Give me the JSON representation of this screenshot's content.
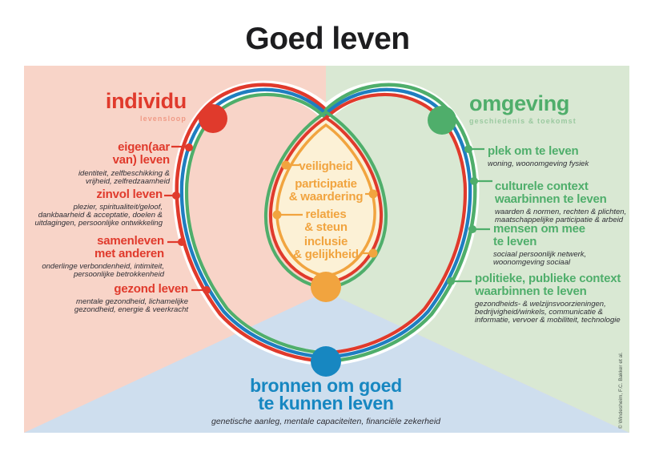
{
  "title": "Goed leven",
  "credit": "© Windesheim, F.C. Bakker et al.",
  "colors": {
    "red": "#e03a2c",
    "red_soft": "#f09a86",
    "green": "#4fae6b",
    "green_soft": "#9bc9a0",
    "blue": "#1787c1",
    "strand_blue": "#1f7ec0",
    "orange": "#f1a43f",
    "pink_bg": "#f8d4c8",
    "green_bg": "#d9e8d3",
    "blue_bg": "#cedeee",
    "cream": "#fcf1d6",
    "sub_ink": "#2e2e35",
    "title_ink": "#1d1d1f",
    "credit_ink": "#4e5a52"
  },
  "individu": {
    "title": "individu",
    "subtitle": "levensloop",
    "items": [
      {
        "lines": [
          "eigen(aar",
          "van) leven"
        ],
        "sub": [
          "identiteit, zelfbeschikking &",
          "vrijheid, zelfredzaamheid"
        ]
      },
      {
        "lines": [
          "zinvol leven"
        ],
        "sub": [
          "plezier, spiritualiteit/geloof,",
          "dankbaarheid & acceptatie, doelen &",
          "uitdagingen, persoonlijke ontwikkeling"
        ]
      },
      {
        "lines": [
          "samenleven",
          "met anderen"
        ],
        "sub": [
          "onderlinge verbondenheid, intimiteit,",
          "persoonlijke betrokkenheid"
        ]
      },
      {
        "lines": [
          "gezond leven"
        ],
        "sub": [
          "mentale gezondheid, lichamelijke",
          "gezondheid, energie & veerkracht"
        ]
      }
    ]
  },
  "omgeving": {
    "title": "omgeving",
    "subtitle": "geschiedenis & toekomst",
    "items": [
      {
        "lines": [
          "plek om te leven"
        ],
        "sub": [
          "woning, woonomgeving fysiek"
        ]
      },
      {
        "lines": [
          "culturele context",
          "waarbinnen te leven"
        ],
        "sub": [
          "waarden & normen, rechten & plichten,",
          "maatschappelijke participatie & arbeid"
        ]
      },
      {
        "lines": [
          "mensen om mee",
          "te leven"
        ],
        "sub": [
          "sociaal persoonlijk netwerk,",
          "woonomgeving sociaal"
        ]
      },
      {
        "lines": [
          "politieke, publieke context",
          "waarbinnen te leven"
        ],
        "sub": [
          "gezondheids- & welzijnsvoorzieningen,",
          "bedrijvigheid/winkels, communicatie &",
          "informatie, vervoer & mobiliteit, technologie"
        ]
      }
    ]
  },
  "center": {
    "items": [
      {
        "lines": [
          "veiligheid"
        ]
      },
      {
        "lines": [
          "participatie",
          "& waardering"
        ]
      },
      {
        "lines": [
          "relaties",
          "& steun"
        ]
      },
      {
        "lines": [
          "inclusie",
          "& gelijkheid"
        ]
      }
    ]
  },
  "bronnen": {
    "lines": [
      "bronnen om goed",
      "te kunnen leven"
    ],
    "sub": "genetische aanleg, mentale capaciteiten, financiële zekerheid"
  }
}
